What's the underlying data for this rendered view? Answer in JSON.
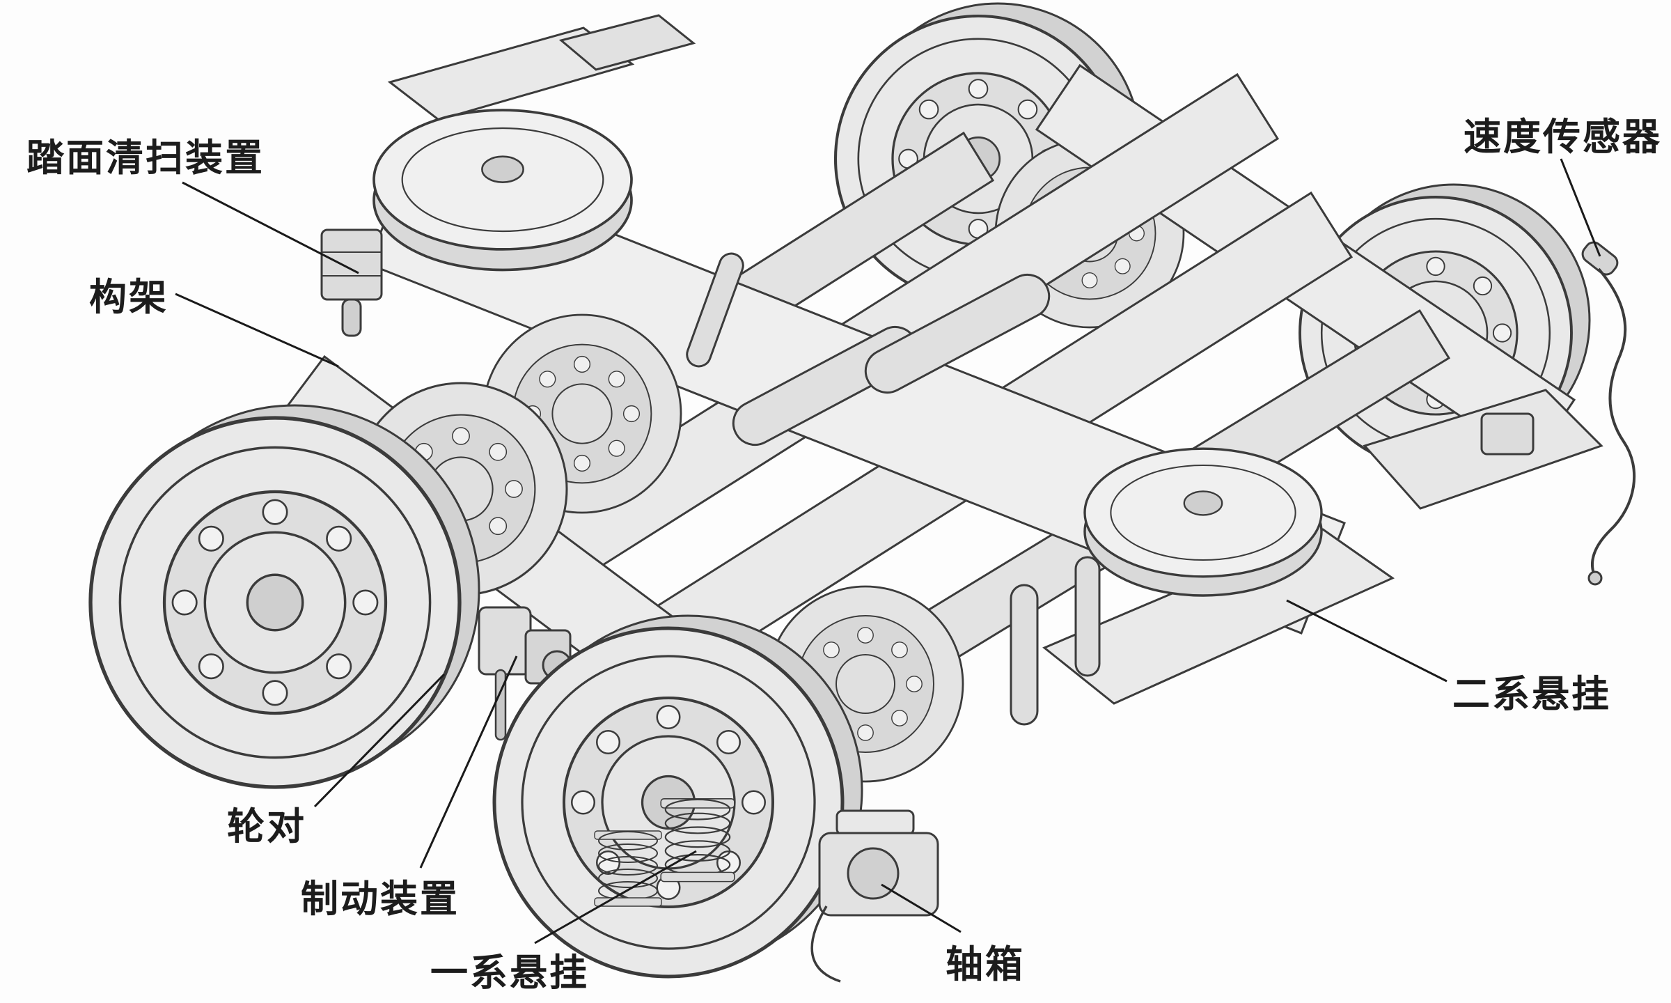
{
  "diagram": {
    "type": "technical-isometric-line-drawing",
    "subject": "railway bogie exploded view with part callouts",
    "ink_color": "#3b3b3b",
    "paper_color": "#fdfdfd",
    "label_color": "#1c1c1c",
    "labels": [
      {
        "name": "tread-cleaning-device",
        "text": "踏面清扫装置"
      },
      {
        "name": "frame",
        "text": "构架"
      },
      {
        "name": "speed-sensor",
        "text": "速度传感器"
      },
      {
        "name": "secondary-suspension",
        "text": "二系悬挂"
      },
      {
        "name": "wheelset",
        "text": "轮对"
      },
      {
        "name": "brake-device",
        "text": "制动装置"
      },
      {
        "name": "primary-suspension",
        "text": "一系悬挂"
      },
      {
        "name": "axle-box",
        "text": "轴箱"
      }
    ]
  }
}
